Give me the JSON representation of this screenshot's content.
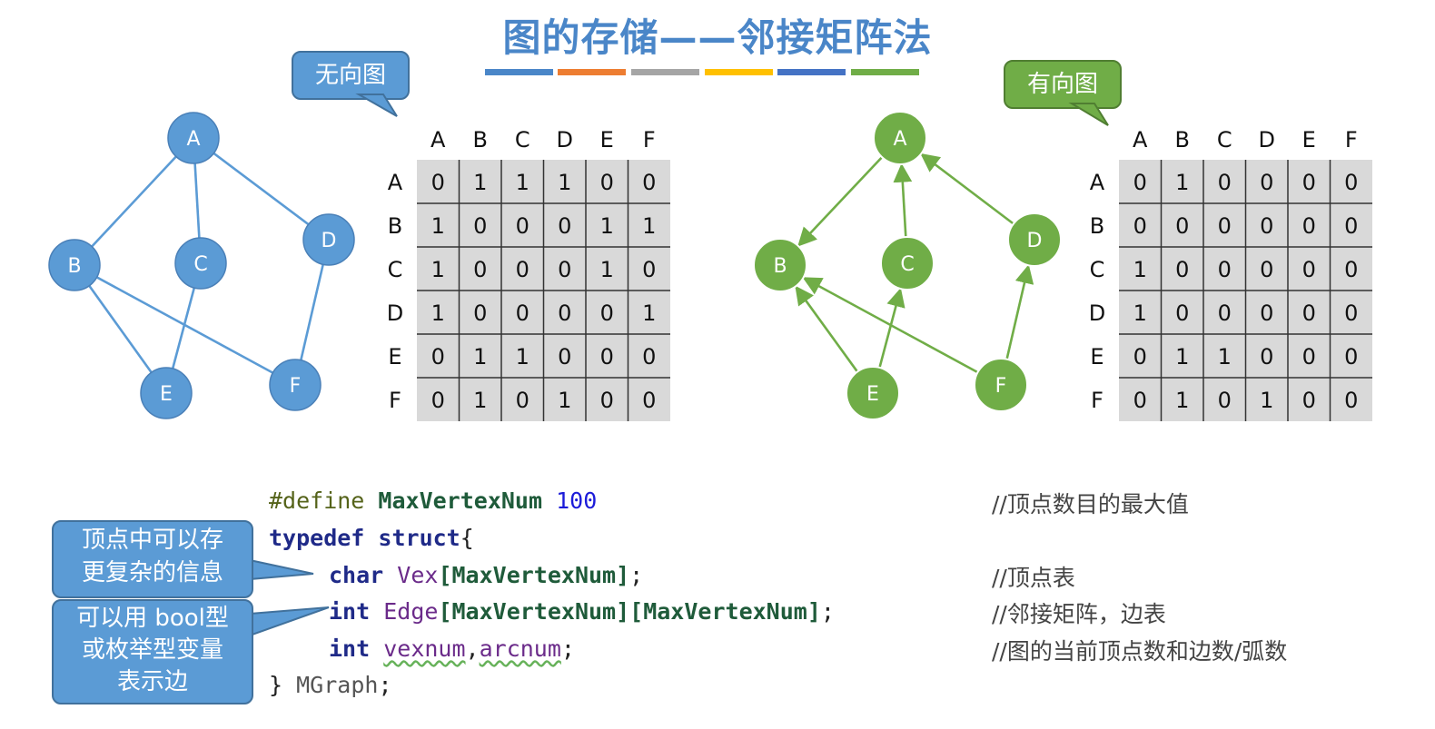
{
  "title": "图的存储——邻接矩阵法",
  "title_bar_colors": [
    "#4a86c8",
    "#ed7d31",
    "#a5a5a5",
    "#ffc000",
    "#4472c4",
    "#70ad47"
  ],
  "undirected": {
    "label": "无向图",
    "color": "#5b9bd5",
    "vertices": [
      "A",
      "B",
      "C",
      "D",
      "E",
      "F"
    ],
    "edges": [
      [
        "A",
        "B"
      ],
      [
        "A",
        "C"
      ],
      [
        "A",
        "D"
      ],
      [
        "B",
        "E"
      ],
      [
        "B",
        "F"
      ],
      [
        "C",
        "E"
      ],
      [
        "D",
        "F"
      ]
    ],
    "matrix": {
      "cols": [
        "A",
        "B",
        "C",
        "D",
        "E",
        "F"
      ],
      "rows": [
        {
          "label": "A",
          "cells": [
            "0",
            "1",
            "1",
            "1",
            "0",
            "0"
          ]
        },
        {
          "label": "B",
          "cells": [
            "1",
            "0",
            "0",
            "0",
            "1",
            "1"
          ]
        },
        {
          "label": "C",
          "cells": [
            "1",
            "0",
            "0",
            "0",
            "1",
            "0"
          ]
        },
        {
          "label": "D",
          "cells": [
            "1",
            "0",
            "0",
            "0",
            "0",
            "1"
          ]
        },
        {
          "label": "E",
          "cells": [
            "0",
            "1",
            "1",
            "0",
            "0",
            "0"
          ]
        },
        {
          "label": "F",
          "cells": [
            "0",
            "1",
            "0",
            "1",
            "0",
            "0"
          ]
        }
      ]
    }
  },
  "directed": {
    "label": "有向图",
    "color": "#70ad47",
    "vertices": [
      "A",
      "B",
      "C",
      "D",
      "E",
      "F"
    ],
    "arcs": [
      [
        "A",
        "B"
      ],
      [
        "C",
        "A"
      ],
      [
        "D",
        "A"
      ],
      [
        "E",
        "B"
      ],
      [
        "E",
        "C"
      ],
      [
        "F",
        "B"
      ],
      [
        "F",
        "D"
      ]
    ],
    "matrix": {
      "cols": [
        "A",
        "B",
        "C",
        "D",
        "E",
        "F"
      ],
      "rows": [
        {
          "label": "A",
          "cells": [
            "0",
            "1",
            "0",
            "0",
            "0",
            "0"
          ]
        },
        {
          "label": "B",
          "cells": [
            "0",
            "0",
            "0",
            "0",
            "0",
            "0"
          ]
        },
        {
          "label": "C",
          "cells": [
            "1",
            "0",
            "0",
            "0",
            "0",
            "0"
          ]
        },
        {
          "label": "D",
          "cells": [
            "1",
            "0",
            "0",
            "0",
            "0",
            "0"
          ]
        },
        {
          "label": "E",
          "cells": [
            "0",
            "1",
            "1",
            "0",
            "0",
            "0"
          ]
        },
        {
          "label": "F",
          "cells": [
            "0",
            "1",
            "0",
            "1",
            "0",
            "0"
          ]
        }
      ]
    }
  },
  "code": {
    "define_kw": "#define",
    "define_name": "MaxVertexNum",
    "define_value": "100",
    "typedef_kw": "typedef",
    "struct_kw": "struct",
    "open_brace": "{",
    "char_kw": "char",
    "vex_name": "Vex",
    "vex_dim": "[MaxVertexNum]",
    "semicolon": ";",
    "int_kw": "int",
    "edge_name": "Edge",
    "edge_dims": "[MaxVertexNum][MaxVertexNum]",
    "vexnum": "vexnum",
    "comma": ",",
    "arcnum": "arcnum",
    "close_brace": "}",
    "type_name": "MGraph",
    "comments": [
      "//顶点数目的最大值",
      "//顶点表",
      "//邻接矩阵，边表",
      "//图的当前顶点数和边数/弧数"
    ]
  },
  "callouts": {
    "vertex_info": [
      "顶点中可以存",
      "更复杂的信息"
    ],
    "edge_type": [
      "可以用 bool型",
      "或枚举型变量",
      "表示边"
    ]
  }
}
